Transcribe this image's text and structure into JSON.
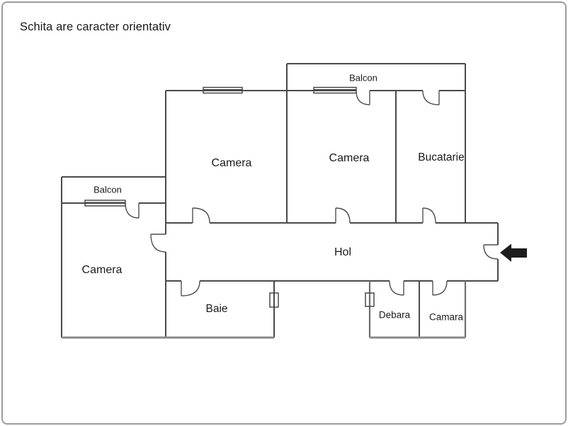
{
  "title": "Schita are caracter orientativ",
  "rooms": {
    "balcon_top": {
      "label": "Balcon"
    },
    "camera_top_left": {
      "label": "Camera"
    },
    "camera_top_right": {
      "label": "Camera"
    },
    "bucatarie": {
      "label": "Bucatarie"
    },
    "balcon_left": {
      "label": "Balcon"
    },
    "camera_left": {
      "label": "Camera"
    },
    "hol": {
      "label": "Hol"
    },
    "baie": {
      "label": "Baie"
    },
    "debara": {
      "label": "Debara"
    },
    "camara": {
      "label": "Camara"
    }
  },
  "icons": {
    "entrance_arrow": "left-arrow"
  },
  "colors": {
    "wall": "#4a4a4a",
    "wall2": "#8a8a8a",
    "text": "#1a1a1a",
    "arrow": "#1c1c1c",
    "bg": "#ffffff",
    "frame": "#9c9c9c"
  }
}
